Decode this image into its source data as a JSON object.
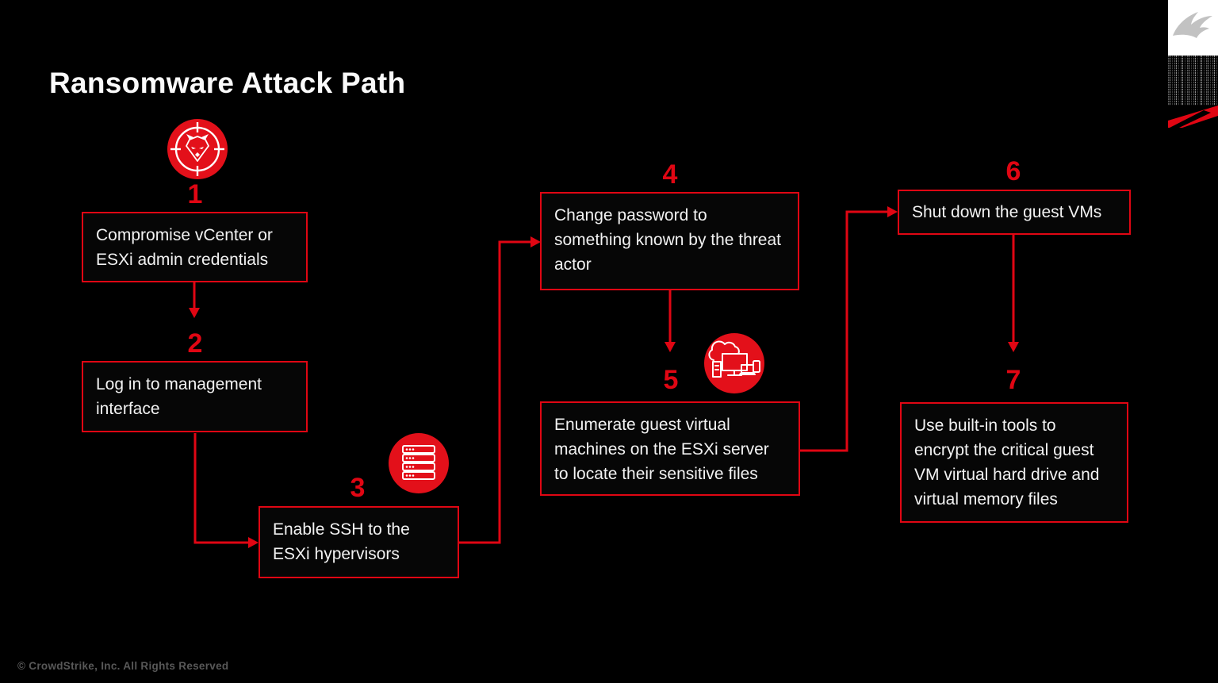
{
  "title": "Ransomware Attack Path",
  "footer": "© CrowdStrike, Inc. All Rights Reserved",
  "colors": {
    "background": "#000000",
    "accent_red": "#e00613",
    "box_background": "#060606",
    "box_text": "#f2f2f2",
    "title_text": "#fafafa",
    "footer_text": "#585858",
    "logo_panel": "#ffffff",
    "falcon_gray": "#c2c2c2"
  },
  "steps": [
    {
      "number": "1",
      "label": "Compromise vCenter or ESXi admin credentials",
      "icon": "adversary-target-icon"
    },
    {
      "number": "2",
      "label": "Log in to management interface",
      "icon": ""
    },
    {
      "number": "3",
      "label": "Enable SSH to the ESXi hypervisors",
      "icon": "server-rack-icon"
    },
    {
      "number": "4",
      "label": "Change password to something known by the threat actor",
      "icon": ""
    },
    {
      "number": "5",
      "label": "Enumerate guest virtual machines on the ESXi server to locate their sensitive files",
      "icon": "cloud-devices-icon"
    },
    {
      "number": "6",
      "label": "Shut down the guest VMs",
      "icon": ""
    },
    {
      "number": "7",
      "label": "Use built-in tools to encrypt the critical guest VM virtual hard drive and virtual memory files",
      "icon": ""
    }
  ],
  "branding": {
    "logo": "crowdstrike-falcon-logo"
  }
}
